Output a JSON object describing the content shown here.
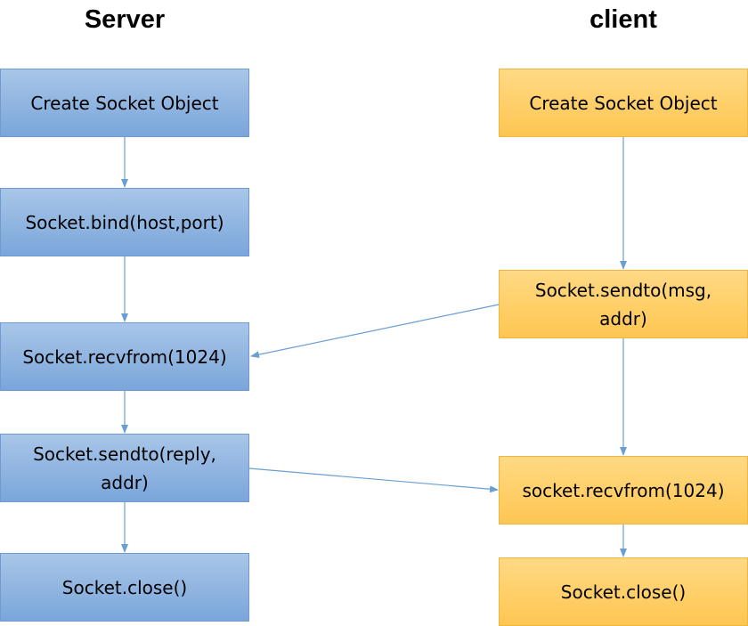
{
  "titles": {
    "server": "Server",
    "client": "client"
  },
  "server": {
    "create": "Create Socket Object",
    "bind": "Socket.bind(host,port)",
    "recvfrom": "Socket.recvfrom(1024)",
    "sendto_line1": "Socket.sendto(reply,",
    "sendto_line2": "addr)",
    "close": "Socket.close()"
  },
  "client": {
    "create": "Create Socket Object",
    "sendto_line1": "Socket.sendto(msg,",
    "sendto_line2": "addr)",
    "recvfrom": "socket.recvfrom(1024)",
    "close": "Socket.close()"
  },
  "colors": {
    "server_box": "#8fb4e0",
    "client_box": "#ffcf68",
    "arrow": "#6a9fd4"
  }
}
